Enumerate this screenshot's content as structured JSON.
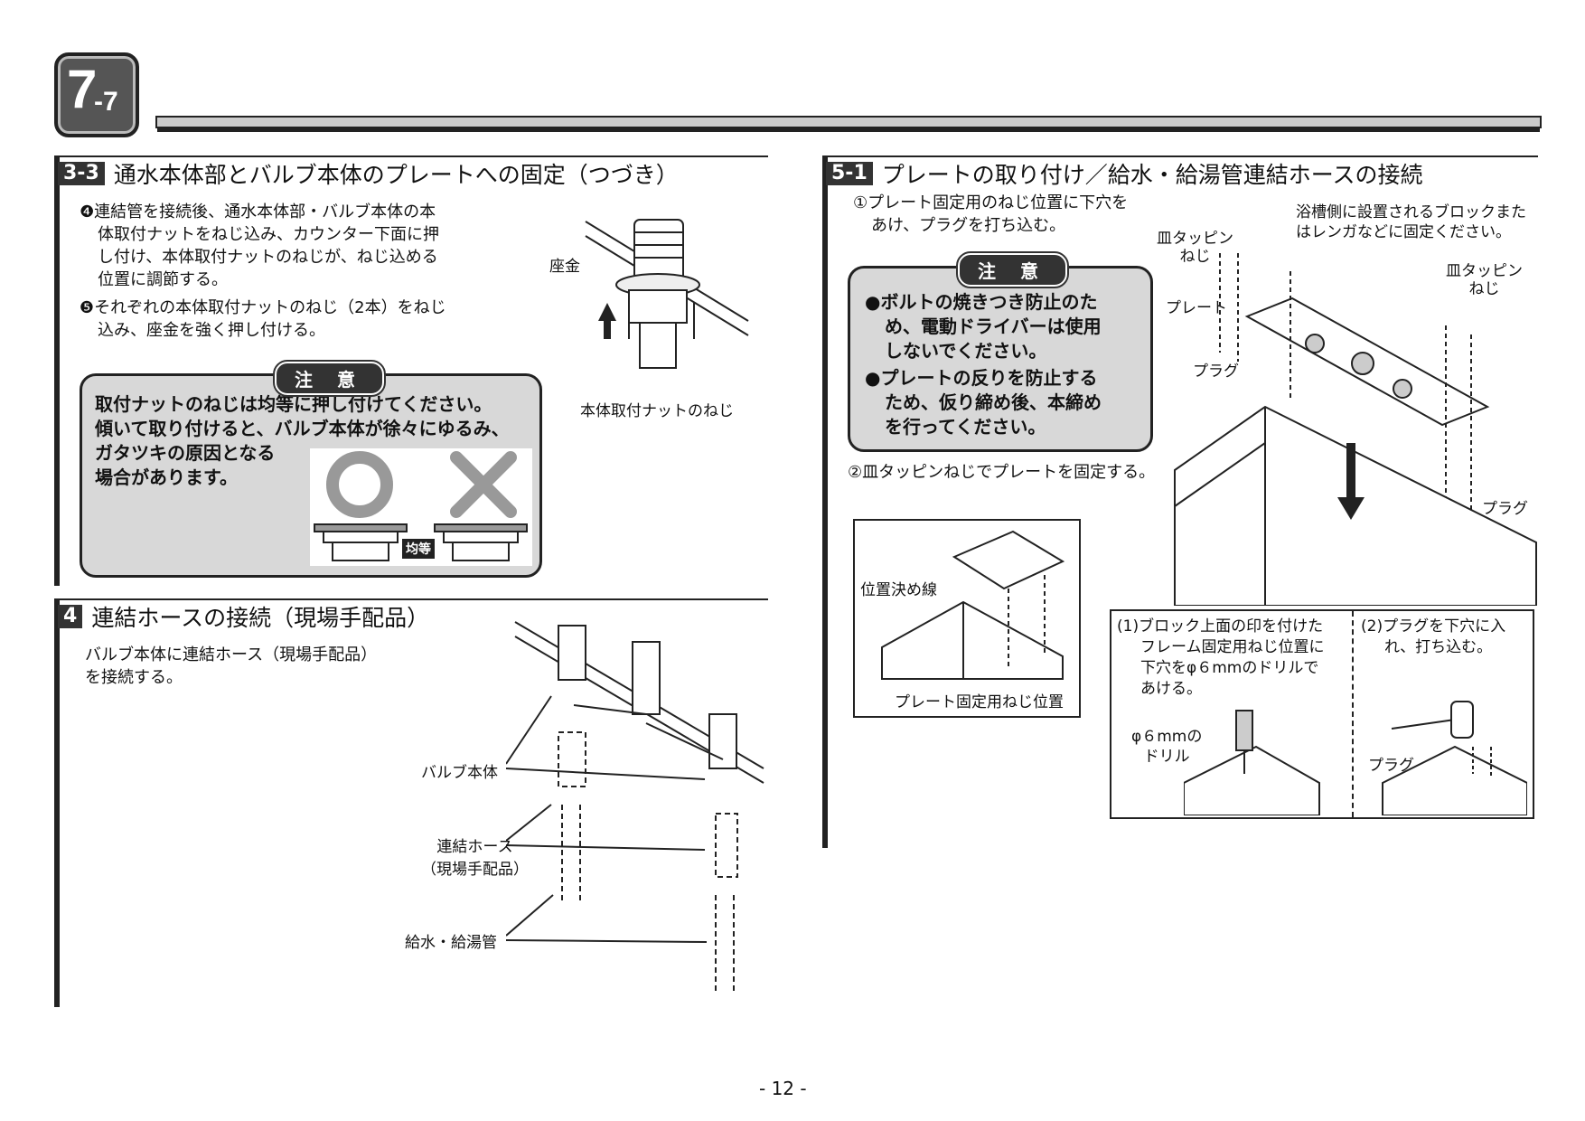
{
  "header": {
    "badge_main": "7",
    "badge_sub": "-7"
  },
  "s33": {
    "num": "3-3",
    "title": "通水本体部とバルブ本体のプレートへの固定（つづき）",
    "step4": "❹連結管を接続後、通水本体部・バルブ本体の本",
    "step4b": "体取付ナットをねじ込み、カウンター下面に押",
    "step4c": "し付け、本体取付ナットのねじが、ねじ込める",
    "step4d": "位置に調節する。",
    "step5": "❺それぞれの本体取付ナットのねじ（2本）をねじ",
    "step5b": "込み、座金を強く押し付ける。",
    "label_washer": "座金",
    "label_nutscrew": "本体取付ナットのねじ",
    "caution_label": "注 意",
    "caution_l1": "取付ナットのねじは均等に押し付けてください。",
    "caution_l2": "傾いて取り付けると、バルブ本体が徐々にゆるみ、",
    "caution_l3": "ガタツキの原因となる",
    "caution_l4": "場合があります。",
    "even": "均等"
  },
  "s4": {
    "num": "4",
    "title": "連結ホースの接続（現場手配品）",
    "desc1": "バルブ本体に連結ホース（現場手配品）",
    "desc2": "を接続する。",
    "label_valve": "バルブ本体",
    "label_hose1": "連結ホース",
    "label_hose2": "（現場手配品）",
    "label_pipe": "給水・給湯管"
  },
  "s51": {
    "num": "5-1",
    "title": "プレートの取り付け／給水・給湯管連結ホースの接続",
    "step1a": "①プレート固定用のねじ位置に下穴を",
    "step1b": "あけ、プラグを打ち込む。",
    "caution_label": "注 意",
    "c1a": "●ボルトの焼きつき防止のた",
    "c1b": "め、電動ドライバーは使用",
    "c1c": "しないでください。",
    "c2a": "●プレートの反りを防止する",
    "c2b": "ため、仮り締め後、本締め",
    "c2c": "を行ってください。",
    "step2": "②皿タッピンねじでプレートを固定する。",
    "note1": "浴槽側に設置されるブロックまた",
    "note2": "はレンガなどに固定ください。",
    "label_screw1a": "皿タッピン",
    "label_screw1b": "ねじ",
    "label_screw2a": "皿タッピン",
    "label_screw2b": "ねじ",
    "label_plate": "プレート",
    "label_plug1": "プラグ",
    "label_plug2": "プラグ",
    "label_posline": "位置決め線",
    "label_platepos": "プレート固定用ねじ位置",
    "sub1a": "(1)ブロック上面の印を付けた",
    "sub1b": "フレーム固定用ねじ位置に",
    "sub1c": "下穴をφ６mmのドリルで",
    "sub1d": "あける。",
    "sub2a": "(2)プラグを下穴に入",
    "sub2b": "れ、打ち込む。",
    "label_drill1": "φ６mmの",
    "label_drill2": "ドリル",
    "label_plug3": "プラグ"
  },
  "page_number": "- 12 -"
}
